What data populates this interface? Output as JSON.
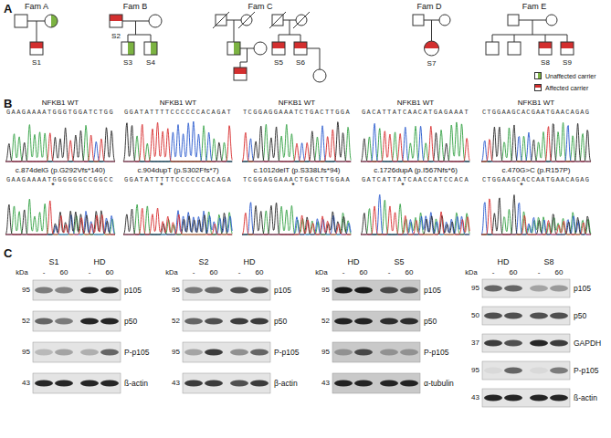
{
  "diagram": {
    "labels": [
      "A",
      "Fam A",
      "Fam B",
      "Fam C",
      "Fam D",
      "Fam E",
      "S1",
      "S2",
      "S3",
      "S4",
      "S5",
      "S6",
      "S7",
      "S8",
      "S9",
      "B",
      "NFKB1 WT",
      "GAAGAAAATGGGTGGATCTGG",
      "c.874delG (p.G292Vfs*140)",
      "GAAGAAAATGGGGGGCCGGCC",
      "*",
      "NFKB1 WT",
      "GGATATTTTCCCCCCACAGAT",
      "c.904dupT (p.S302Ffs*7)",
      "GGATATTTTTCCCCCCACAGA",
      "*",
      "NFKB1 WT",
      "TCGGAGGAAATCTGACTTGGA",
      "c.1012delT (p.S338Lfs*94)",
      "TCGGAGGAAACTGACTTGGAA",
      "*",
      "NFKB1 WT",
      "GACATTATCAACATGAGAAAT",
      "c.1726dupA (p.I567Nfs*6)",
      "GATCATTATCAACCATCCACA",
      "*",
      "NFKB1 WT",
      "CTGGAAGCACGAATGAACAGAG",
      "c.470G>C (p.R157P)",
      "CTGGAAGCACCAATGAACAGAG",
      "*",
      "C",
      "S1",
      "HD",
      "-",
      "60",
      "-",
      "60",
      "kDa",
      "95",
      "52",
      "95",
      "43",
      "p105",
      "p50",
      "P-p105",
      "ß-actin",
      "S2",
      "HD",
      "-",
      "60",
      "-",
      "60",
      "kDa",
      "95",
      "52",
      "95",
      "43",
      "p105",
      "p50",
      "P-p105",
      "β-actin",
      "HD",
      "S5",
      "-",
      "60",
      "-",
      "60",
      "kDa",
      "95",
      "52",
      "95",
      "43",
      "p105",
      "p50",
      "P-p105",
      "α-tubulin",
      "HD",
      "S8",
      "-",
      "60",
      "-",
      "60",
      "kDa",
      "95",
      "50",
      "37",
      "95",
      "43",
      "p105",
      "p50",
      "GAPDH",
      "P-p105",
      "ß-actin"
    ],
    "legend": [
      {
        "text": "Unaffected carrier",
        "color": "#7cb342"
      },
      {
        "text": "Affected carrier",
        "color": "#d32f2f"
      }
    ]
  }
}
